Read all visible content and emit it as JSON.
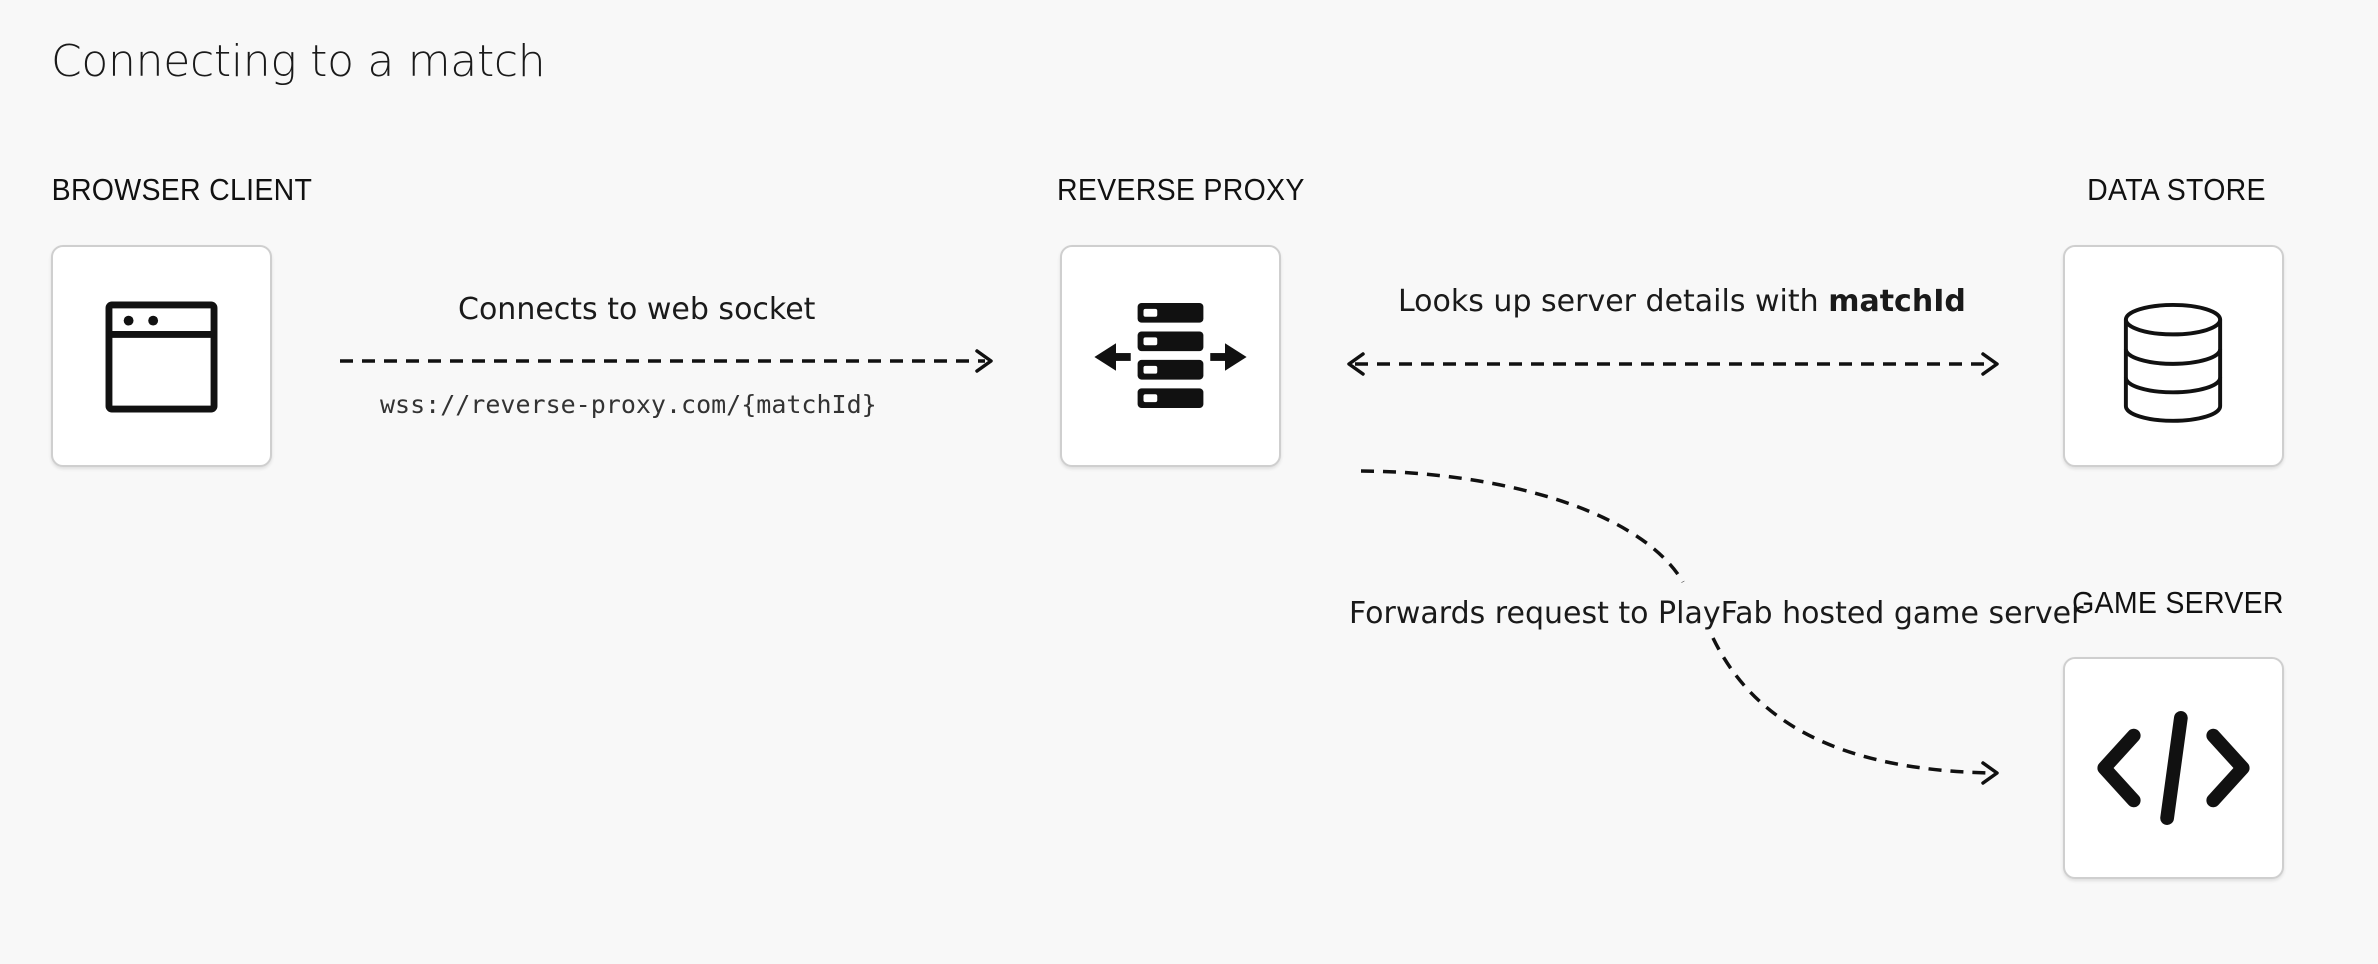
{
  "title": "Connecting to a match",
  "nodes": {
    "browser_client": {
      "label": "BROWSER CLIENT",
      "icon": "browser-window-icon"
    },
    "reverse_proxy": {
      "label": "REVERSE PROXY",
      "icon": "server-stack-icon"
    },
    "data_store": {
      "label": "DATA STORE",
      "icon": "database-icon"
    },
    "game_server": {
      "label": "GAME SERVER",
      "icon": "code-icon"
    }
  },
  "edges": {
    "connect": {
      "label": "Connects to web socket",
      "sublabel": "wss://reverse-proxy.com/{matchId}"
    },
    "lookup": {
      "label_prefix": "Looks up server details with ",
      "label_bold": "matchId"
    },
    "forward": {
      "label": "Forwards request to PlayFab hosted game server"
    }
  }
}
